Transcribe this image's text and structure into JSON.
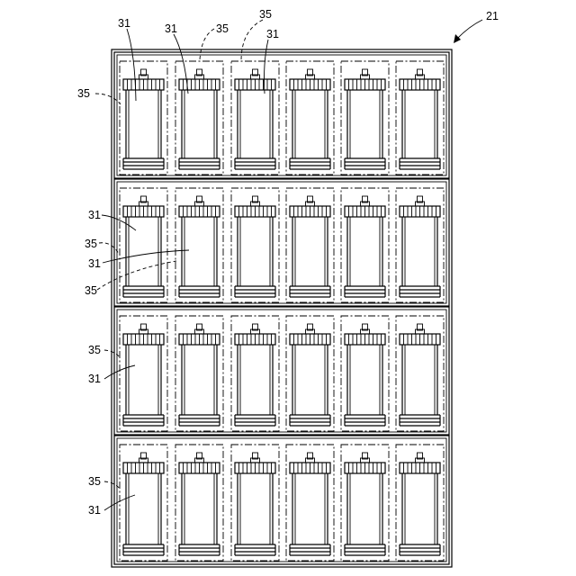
{
  "figure": {
    "ref_assembly": "21",
    "ref_unit": "31",
    "ref_compartment": "35"
  },
  "grid": {
    "shelves": 4,
    "units_per_shelf": 6
  },
  "label_refs": [
    {
      "id": "top-31-a",
      "text": "31"
    },
    {
      "id": "top-31-b",
      "text": "31"
    },
    {
      "id": "top-35-a",
      "text": "35"
    },
    {
      "id": "top-35-b",
      "text": "35"
    },
    {
      "id": "top-31-c",
      "text": "31"
    },
    {
      "id": "shelf1-35",
      "text": "35"
    },
    {
      "id": "shelf2-31-a",
      "text": "31"
    },
    {
      "id": "shelf2-35-a",
      "text": "35"
    },
    {
      "id": "shelf2-31-b",
      "text": "31"
    },
    {
      "id": "shelf2-35-b",
      "text": "35"
    },
    {
      "id": "shelf3-35",
      "text": "35"
    },
    {
      "id": "shelf3-31",
      "text": "31"
    },
    {
      "id": "shelf4-35",
      "text": "35"
    },
    {
      "id": "shelf4-31",
      "text": "31"
    }
  ]
}
